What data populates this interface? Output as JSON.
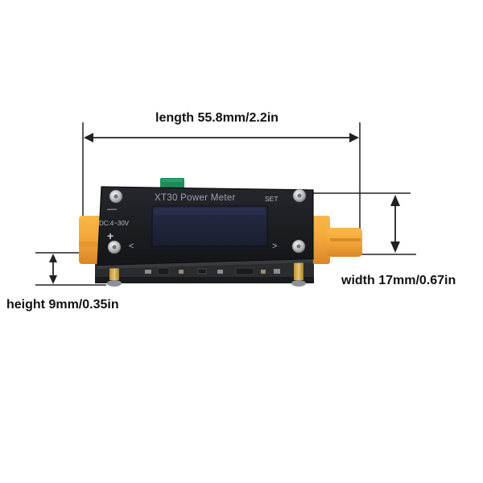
{
  "dimensions": {
    "length_label": "length 55.8mm/2.2in",
    "width_label": "width 17mm/0.67in",
    "height_label": "height 9mm/0.35in"
  },
  "device": {
    "title": "XT30 Power Meter",
    "set_label": "SET",
    "voltage_label": "DC:4~30V",
    "minus_sign": "—",
    "plus_sign": "+",
    "left_arrow": "<",
    "right_arrow": ">"
  },
  "colors": {
    "connector": "#f2a636",
    "pcb_face": "#1c1d21",
    "display": "#202438",
    "lower_pcb": "#2b2c2f",
    "green_tab": "#1f8a5a",
    "dimension_lines": "#222222"
  }
}
